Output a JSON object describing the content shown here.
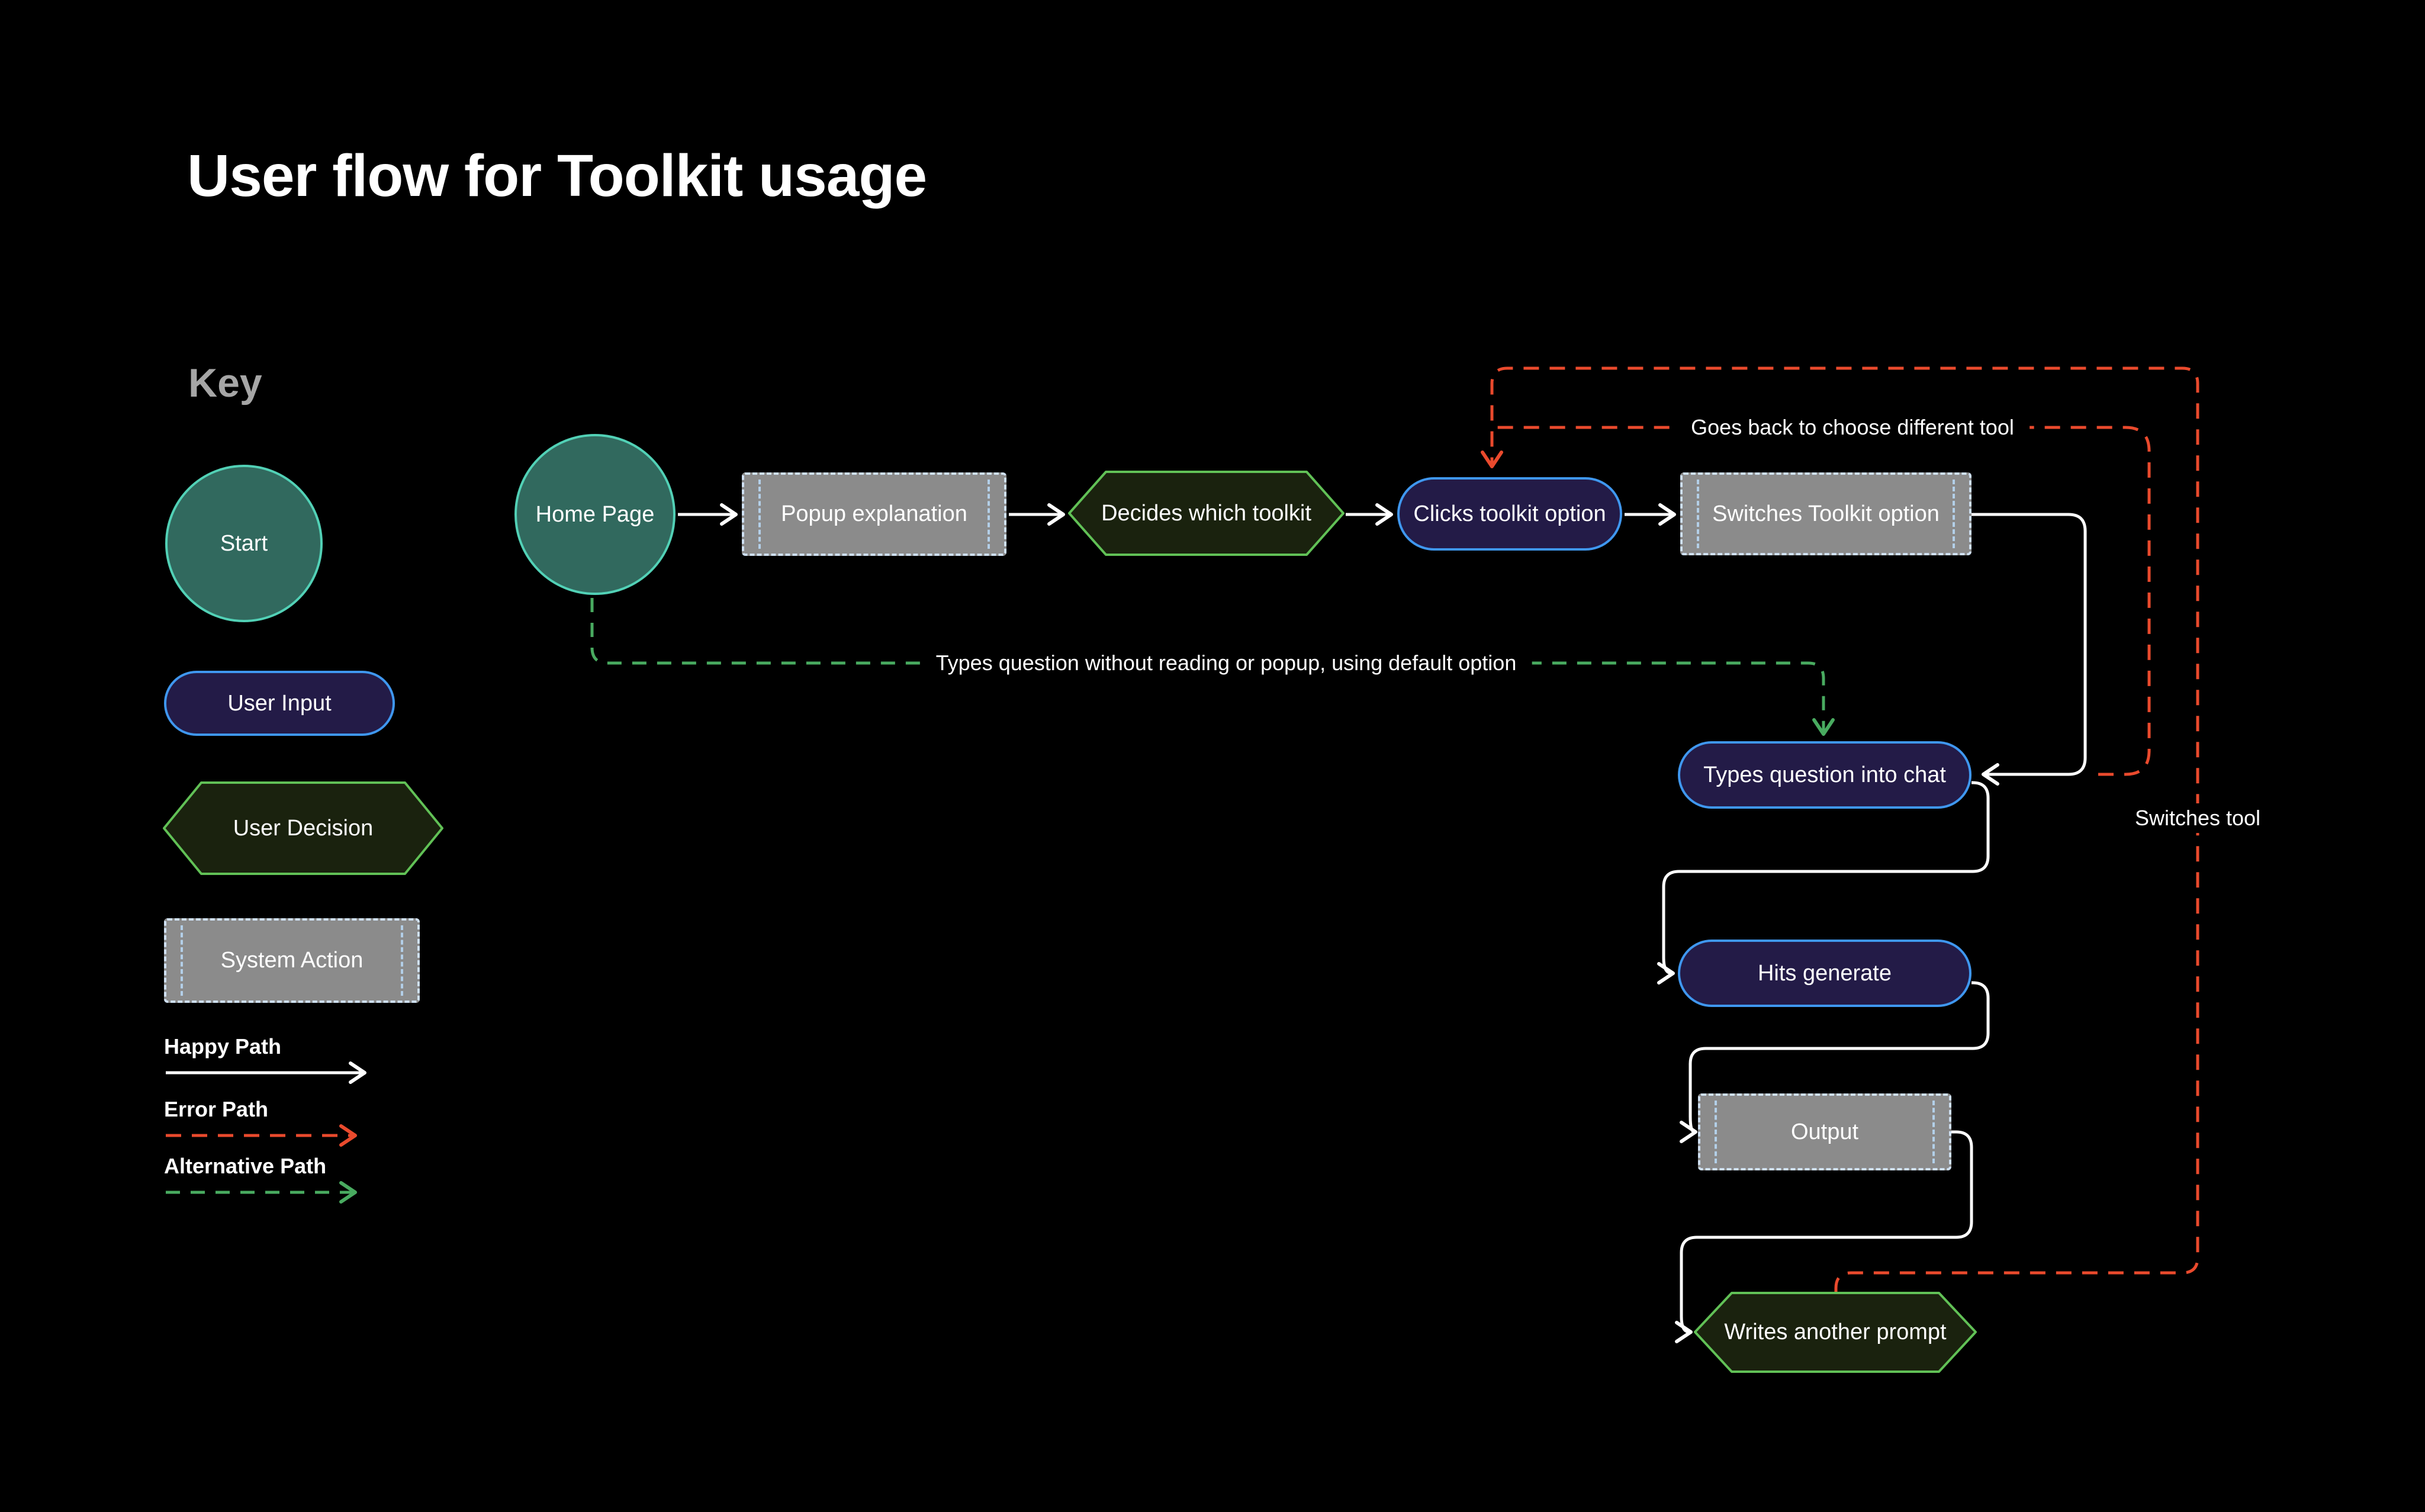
{
  "title": "User flow for Toolkit usage",
  "key": {
    "heading": "Key",
    "start_label": "Start",
    "user_input_label": "User Input",
    "user_decision_label": "User Decision",
    "system_action_label": "System Action",
    "happy_path_label": "Happy Path",
    "error_path_label": "Error Path",
    "alternative_path_label": "Alternative Path"
  },
  "nodes": {
    "home_page": "Home Page",
    "popup_explanation": "Popup explanation",
    "decides_which_toolkit": "Decides which toolkit",
    "clicks_toolkit_option": "Clicks toolkit option",
    "switches_toolkit_option": "Switches Toolkit option",
    "types_question_into_chat": "Types question into chat",
    "hits_generate": "Hits generate",
    "output": "Output",
    "writes_another_prompt": "Writes another prompt"
  },
  "edge_labels": {
    "alternative_default": "Types question without reading or popup, using default option",
    "goes_back": "Goes back to choose different tool",
    "switches_tool": "Switches tool"
  },
  "colors": {
    "background": "#000000",
    "title_text": "#ffffff",
    "key_heading_text": "#a6a6a6",
    "start_fill": "#31695e",
    "start_border": "#52d1b6",
    "user_input_fill": "#231b47",
    "user_input_border": "#3f97ef",
    "decision_fill": "#1a220e",
    "decision_border": "#61c156",
    "system_fill": "#8b8b8b",
    "system_border": "#cfe0f2",
    "happy_path": "#ffffff",
    "error_path": "#ea4a2d",
    "alternative_path": "#49ab60"
  }
}
